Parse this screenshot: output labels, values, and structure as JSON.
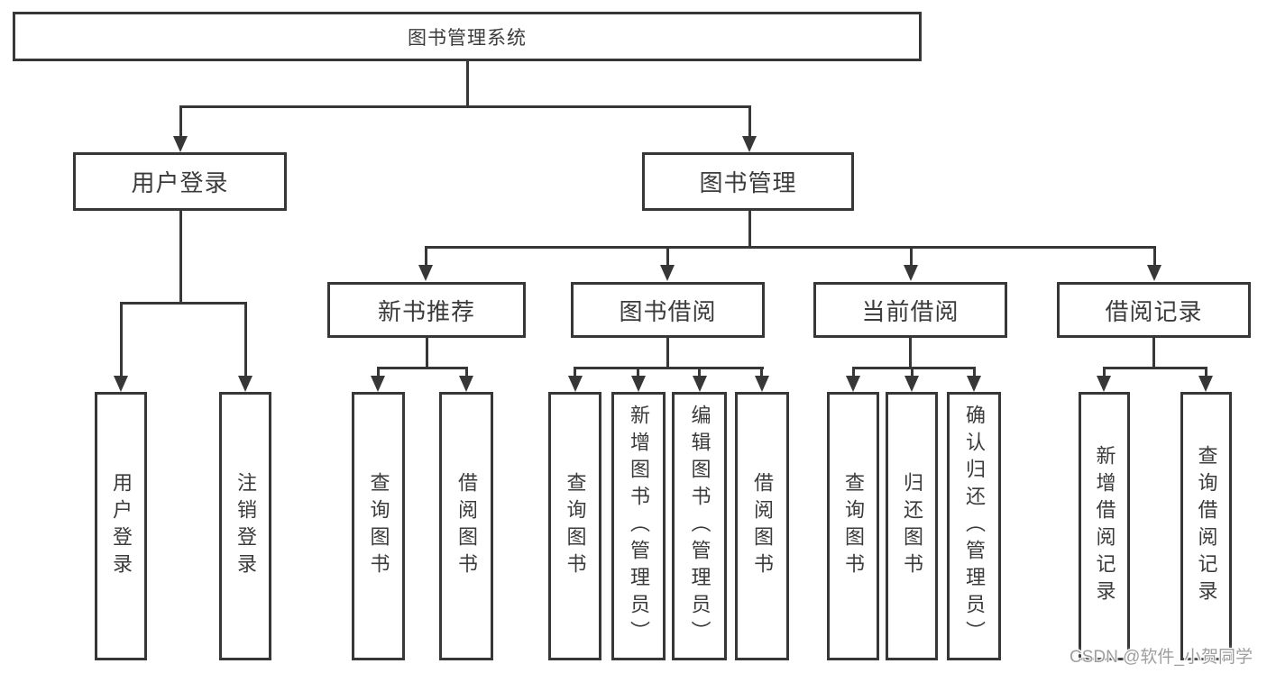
{
  "tree": {
    "label": "图书管理系统",
    "children": [
      {
        "label": "用户登录",
        "children": [
          {
            "label": "用户登录"
          },
          {
            "label": "注销登录"
          }
        ]
      },
      {
        "label": "图书管理",
        "children": [
          {
            "label": "新书推荐",
            "children": [
              {
                "label": "查询图书"
              },
              {
                "label": "借阅图书"
              }
            ]
          },
          {
            "label": "图书借阅",
            "children": [
              {
                "label": "查询图书"
              },
              {
                "label": "新增图书（管理员）"
              },
              {
                "label": "编辑图书（管理员）"
              },
              {
                "label": "借阅图书"
              }
            ]
          },
          {
            "label": "当前借阅",
            "children": [
              {
                "label": "查询图书"
              },
              {
                "label": "归还图书"
              },
              {
                "label": "确认归还（管理员）"
              }
            ]
          },
          {
            "label": "借阅记录",
            "children": [
              {
                "label": "新增借阅记录"
              },
              {
                "label": "查询借阅记录"
              }
            ]
          }
        ]
      }
    ]
  },
  "watermark": "CSDN @软件_小贺同学",
  "colors": {
    "line": "#373737",
    "text": "#3b3b3b",
    "background": "#ffffff",
    "watermark": "#9e9e9e"
  }
}
